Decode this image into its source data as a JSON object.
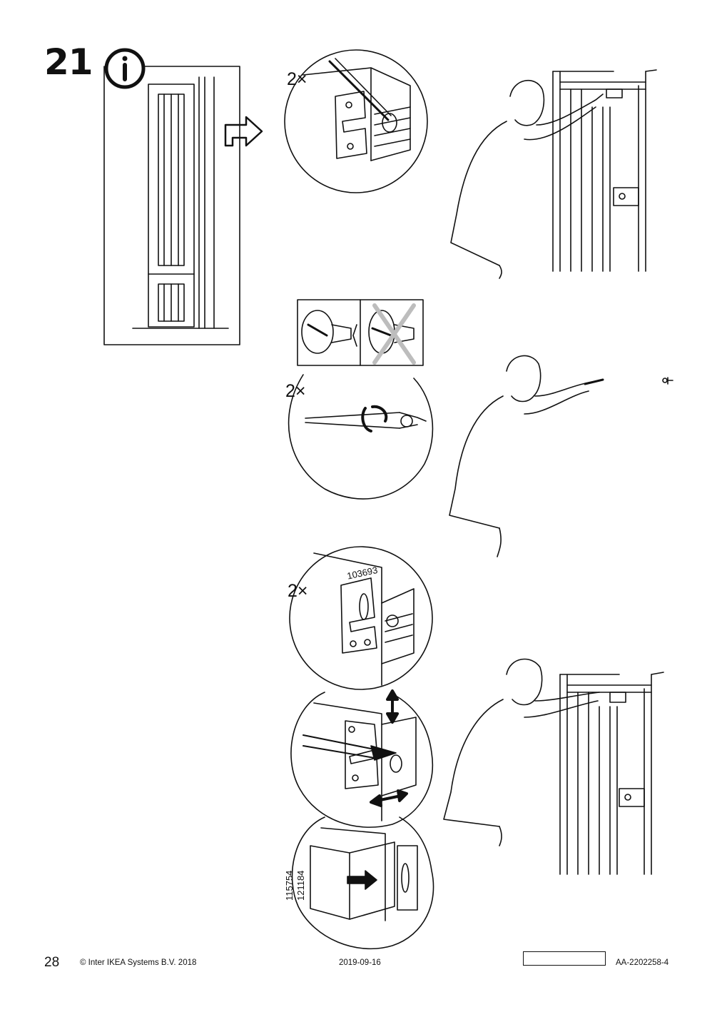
{
  "step": {
    "number": "21"
  },
  "detail_1": {
    "multiplier": "2×"
  },
  "detail_2": {
    "multiplier": "2×"
  },
  "detail_3": {
    "multiplier": "2×",
    "part_code": "103693"
  },
  "detail_5": {
    "part_codes": [
      "115754",
      "121184"
    ]
  },
  "icons": {
    "info": "info-icon",
    "next": "outline-arrow-right-icon",
    "wrong": "cross-out-icon",
    "rotate": "rotate-arrow-icon",
    "up_down": "double-arrow-vertical-icon",
    "left_right": "double-arrow-horizontal-icon",
    "push": "push-arrow-icon"
  },
  "colors": {
    "ink": "#111111",
    "cross": "#bdbdbd"
  },
  "footer": {
    "page_number": "28",
    "copyright": "© Inter IKEA Systems B.V. 2018",
    "date": "2019-09-16",
    "doc_id": "AA-2202258-4"
  }
}
